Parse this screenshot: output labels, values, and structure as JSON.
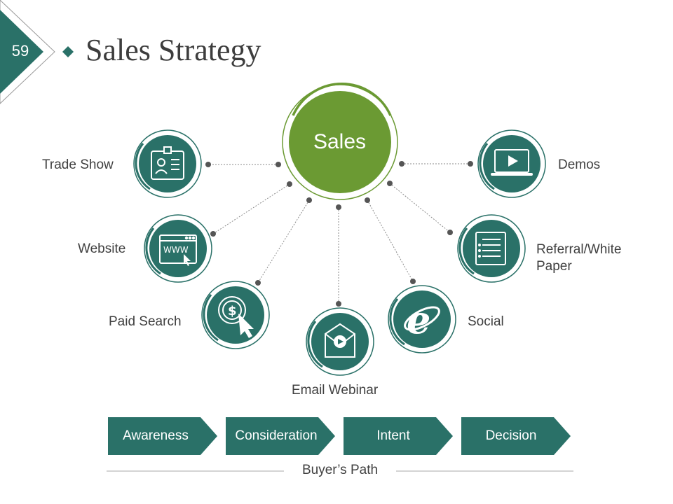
{
  "slide": {
    "page_number": "59",
    "title": "Sales Strategy"
  },
  "center": {
    "label": "Sales"
  },
  "channels": [
    {
      "id": "trade-show",
      "label": "Trade Show",
      "icon": "id-badge-icon"
    },
    {
      "id": "website",
      "label": "Website",
      "icon": "browser-www-icon"
    },
    {
      "id": "paid-search",
      "label": "Paid Search",
      "icon": "dollar-cursor-icon"
    },
    {
      "id": "email-webinar",
      "label": "Email Webinar",
      "icon": "email-video-icon"
    },
    {
      "id": "social",
      "label": "Social",
      "icon": "internet-explorer-icon"
    },
    {
      "id": "referral",
      "label": "Referral/White Paper",
      "label_lines": [
        "Referral/White",
        "Paper"
      ],
      "icon": "document-list-icon"
    },
    {
      "id": "demos",
      "label": "Demos",
      "icon": "laptop-play-icon"
    }
  ],
  "buyers_path": {
    "label": "Buyer’s Path",
    "steps": [
      "Awareness",
      "Consideration",
      "Intent",
      "Decision"
    ]
  },
  "colors": {
    "teal": "#2a7168",
    "green": "#6b9a33",
    "connector": "#8a8a8a",
    "dot": "#555555",
    "text": "#404040"
  }
}
